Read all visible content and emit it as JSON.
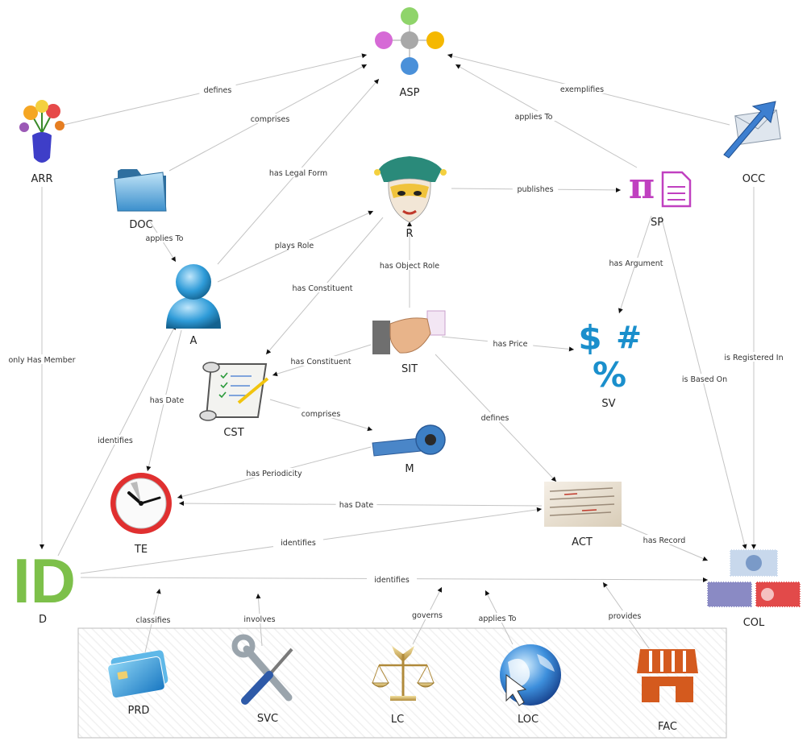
{
  "nodes": {
    "asp": {
      "label": "ASP"
    },
    "arr": {
      "label": "ARR"
    },
    "doc": {
      "label": "DOC"
    },
    "r": {
      "label": "R"
    },
    "sp": {
      "label": "SP"
    },
    "occ": {
      "label": "OCC"
    },
    "a": {
      "label": "A"
    },
    "sit": {
      "label": "SIT"
    },
    "sv": {
      "label": "SV"
    },
    "cst": {
      "label": "CST"
    },
    "m": {
      "label": "M"
    },
    "te": {
      "label": "TE"
    },
    "act": {
      "label": "ACT"
    },
    "d": {
      "label": "D"
    },
    "col": {
      "label": "COL"
    },
    "prd": {
      "label": "PRD"
    },
    "svc": {
      "label": "SVC"
    },
    "lc": {
      "label": "LC"
    },
    "loc": {
      "label": "LOC"
    },
    "fac": {
      "label": "FAC"
    }
  },
  "edges": {
    "arr_asp": "defines",
    "doc_asp": "comprises",
    "a_asp": "has Legal Form",
    "sp_asp": "applies To",
    "occ_asp": "exemplifies",
    "r_sp": "publishes",
    "doc_a": "applies To",
    "a_r": "plays Role",
    "sit_r": "has Object Role",
    "r_cst": "has Constituent",
    "sp_sv": "has Argument",
    "arr_d": "only Has Member",
    "sit_cst": "has Constituent",
    "sit_sv": "has Price",
    "occ_col": "is Registered In",
    "sp_col": "is Based On",
    "a_te": "has Date",
    "cst_m": "comprises",
    "sit_act": "defines",
    "d_a": "identifies",
    "m_te": "has Periodicity",
    "act_te": "has Date",
    "d_act": "identifies",
    "act_col": "has Record",
    "d_col": "identifies",
    "prd_d": "classifies",
    "svc_d": "involves",
    "lc_d": "governs",
    "loc_d": "applies To",
    "fac_d": "provides"
  },
  "icons": {
    "sv_dollar": "$",
    "sv_hash": "#",
    "sv_percent": "%",
    "sp_pi": "π",
    "d_id": "ID"
  },
  "colors": {
    "asp_top": "#8fd46a",
    "asp_left": "#d66ad6",
    "asp_center": "#a8a8a8",
    "asp_right": "#f5b800",
    "asp_bottom": "#4a90d9",
    "sv_blue": "#1a8fcc",
    "sp_magenta": "#c040c0",
    "id_green": "#7dc04a",
    "fac_orange": "#d45a1e",
    "a_blue": "#2e86c1"
  }
}
